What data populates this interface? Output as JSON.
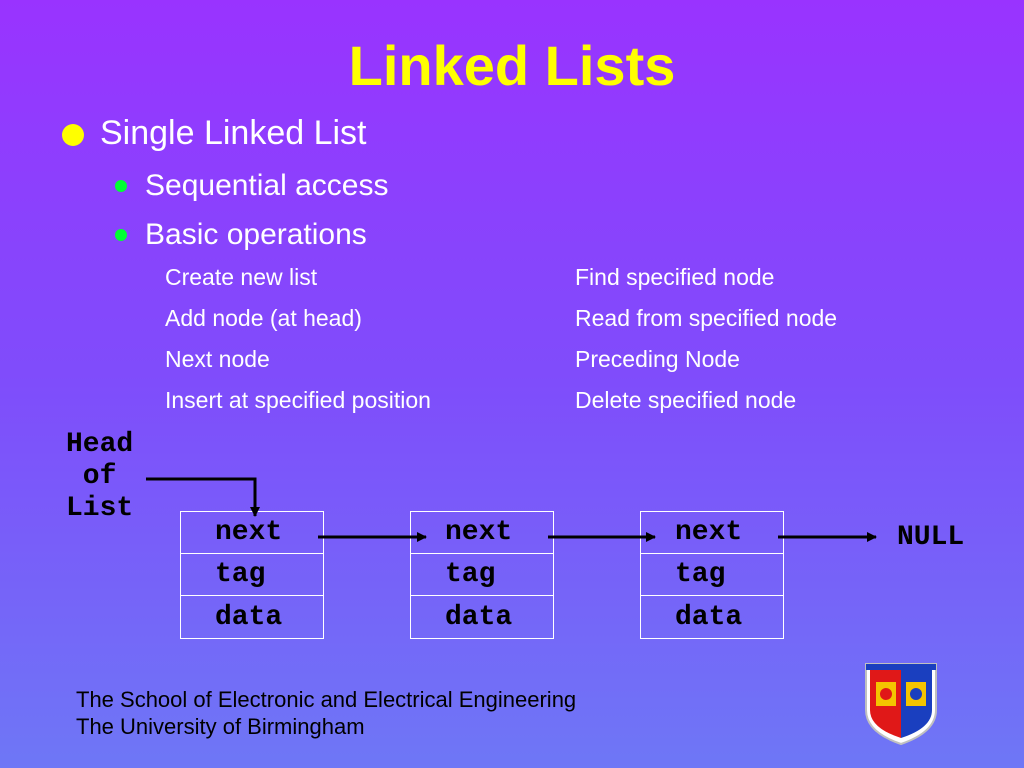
{
  "title": "Linked Lists",
  "bullet_level1": "Single Linked List",
  "bullets_level2": [
    "Sequential access",
    "Basic operations"
  ],
  "operations_left": [
    "Create new list",
    "Add node (at head)",
    "Next node",
    "Insert at specified position"
  ],
  "operations_right": [
    "Find specified node",
    "Read from specified node",
    "Preceding Node",
    "Delete specified node"
  ],
  "diagram": {
    "head_label": "Head\n of\nList",
    "nodes": [
      {
        "next": "next",
        "tag": "tag",
        "data": "data"
      },
      {
        "next": "next",
        "tag": "tag",
        "data": "data"
      },
      {
        "next": "next",
        "tag": "tag",
        "data": "data"
      }
    ],
    "null_label": "NULL"
  },
  "footer": {
    "line1": "The School of Electronic and Electrical Engineering",
    "line2": "The University of Birmingham"
  },
  "colors": {
    "title": "#ffff00",
    "bullet_l1": "#ffff00",
    "bullet_l2": "#00ff33",
    "bg_top": "#9933ff",
    "bg_bottom": "#6e77f6"
  }
}
